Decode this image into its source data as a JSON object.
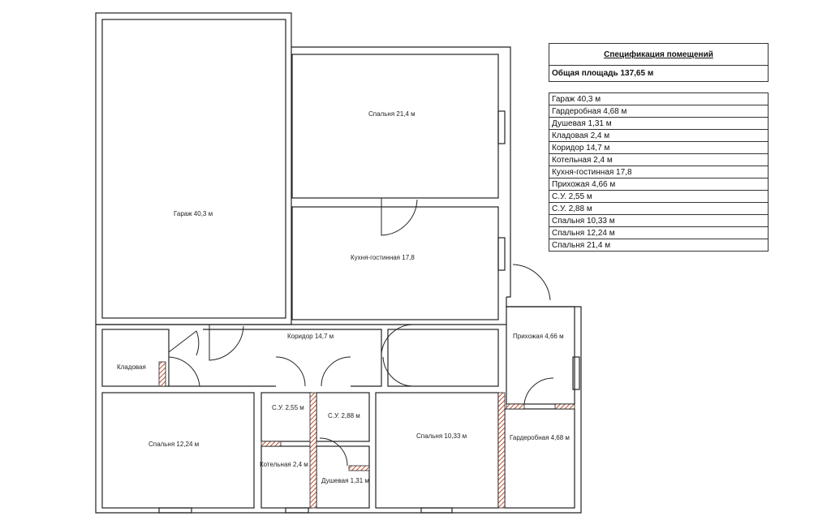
{
  "spec": {
    "title": "Спецификация помещений",
    "total": "Общая площадь 137,65 м",
    "rows": [
      "Гараж 40,3 м",
      "Гардеробная 4,68 м",
      "Душевая 1,31 м",
      "Кладовая 2,4 м",
      "Коридор 14,7 м",
      "Котельная 2,4 м",
      "Кухня-гостинная 17,8",
      "Прихожая 4,66 м",
      "С.У. 2,55 м",
      "С.У. 2,88 м",
      "Спальня 10,33 м",
      "Спальня 12,24 м",
      "Спальня 21,4 м"
    ]
  },
  "rooms": {
    "garage": "Гараж 40,3 м",
    "bedroom_21": "Спальня 21,4 м",
    "kitchen": "Кухня-гостинная 17,8",
    "corridor": "Коридор 14,7 м",
    "hall": "Прихожая 4,66 м",
    "storage": "Кладовая",
    "bedroom_12": "Спальня 12,24 м",
    "wc_1": "С.У. 2,55 м",
    "wc_2": "С.У. 2,88 м",
    "boiler": "Котельная 2,4 м",
    "shower": "Душевая 1,31 м",
    "bedroom_10": "Спальня 10,33 м",
    "wardrobe": "Гардеробная 4,68 м"
  },
  "colors": {
    "wall": "#222222",
    "hatch": "#c05030"
  }
}
